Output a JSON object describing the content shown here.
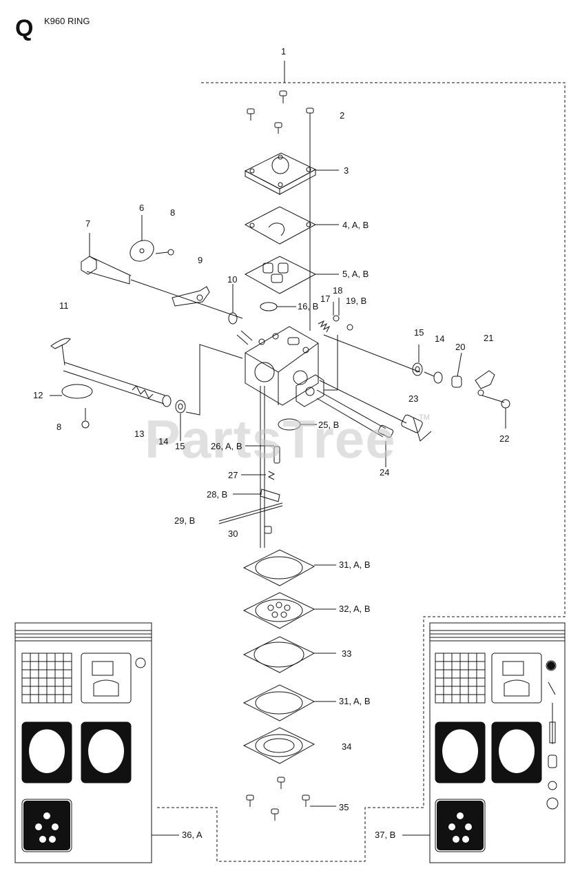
{
  "header": {
    "section_letter": "Q",
    "model": "K960 RING"
  },
  "watermark": {
    "text": "PartsTree",
    "trademark": "TM"
  },
  "callouts": [
    "1",
    "2",
    "3",
    "4, A, B",
    "5, A, B",
    "6",
    "7",
    "8",
    "9",
    "10",
    "11",
    "16, B",
    "17",
    "18",
    "19, B",
    "15",
    "14",
    "20",
    "21",
    "12",
    "8",
    "13",
    "14",
    "15",
    "23",
    "25, B",
    "26, A, B",
    "24",
    "22",
    "27",
    "28, B",
    "29, B",
    "30",
    "31, A, B",
    "32, A, B",
    "33",
    "31, A, B",
    "34",
    "35",
    "36, A",
    "37, B"
  ],
  "colors": {
    "line": "#111111",
    "watermark": "#c8c8c8"
  }
}
